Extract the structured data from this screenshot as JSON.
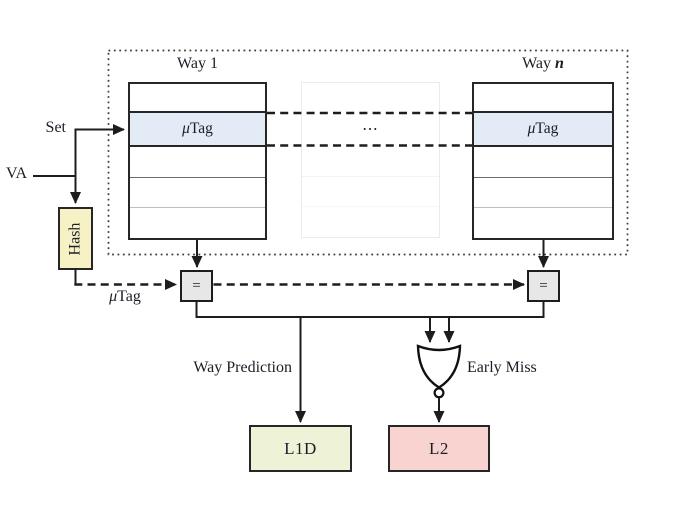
{
  "cache": {
    "way1": {
      "title": "Way 1"
    },
    "wayn": {
      "title_prefix": "Way ",
      "title_n": "n"
    },
    "utag": {
      "mu": "μ",
      "tag": "Tag"
    },
    "ellipsis": "⋯"
  },
  "signals": {
    "set_label": "Set",
    "va_label": "VA",
    "hash_label": "Hash",
    "comparator_symbol": "=",
    "way_prediction_label": "Way Prediction",
    "early_miss_label": "Early Miss"
  },
  "destinations": {
    "l1d_label": "L1D",
    "l2_label": "L2"
  },
  "colors": {
    "utag_row_fill": "#e2ebf6",
    "hash_fill": "#f6f2c6",
    "comparator_fill": "#e7e7e7",
    "l1d_fill": "#eef3d8",
    "l2_fill": "#f9d3d0",
    "wire": "#1d1d1d"
  }
}
